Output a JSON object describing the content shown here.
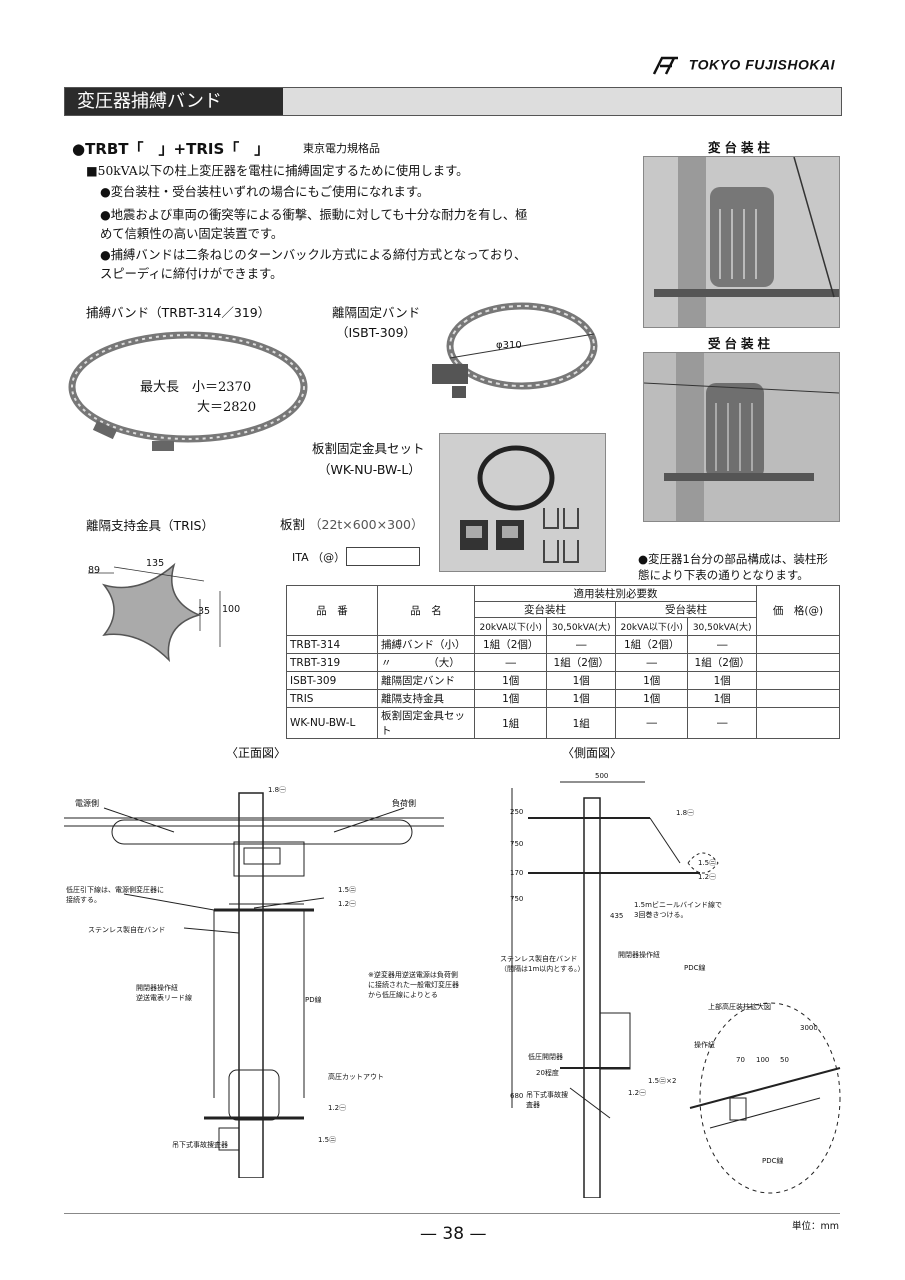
{
  "brand": {
    "name": "TOKYO FUJISHOKAI"
  },
  "page_title": "変圧器捕縛バンド",
  "product_heading": "●TRBT「　」+TRIS「　」",
  "spec_note": "東京電力規格品",
  "description": [
    "■50kVA以下の柱上変圧器を電柱に捕縛固定するために使用します。",
    "●変台装柱・受台装柱いずれの場合にもご使用になれます。",
    "●地震および車両の衝突等による衝撃、振動に対しても十分な耐力を有し、極めて信頼性の高い固定装置です。",
    "●捕縛バンドは二条ねじのターンバックル方式による締付方式となっており、スピーディに締付けができます。"
  ],
  "items": {
    "band": {
      "label": "捕縛バンド（TRBT-314／319）",
      "len_title": "最大長",
      "len_small": "小＝2370",
      "len_large": "大＝2820"
    },
    "isbt": {
      "label1": "離隔固定バンド",
      "label2": "（ISBT-309）",
      "dim": "φ310"
    },
    "wk": {
      "label1": "板割固定金具セット",
      "label2": "（WK-NU-BW-L）"
    },
    "tris": {
      "label": "離隔支持金具（TRIS）",
      "d1": "89",
      "d2": "135",
      "d3": "35",
      "d4": "100"
    },
    "board": {
      "label": "板割",
      "spec": "（22t×600×300）",
      "ita_label": "ITA （@）"
    }
  },
  "photos": {
    "top_title": "変台装柱",
    "bottom_title": "受台装柱"
  },
  "table_note": "●変圧器1台分の部品構成は、装柱形態により下表の通りとなります。",
  "table": {
    "h_code": "品　番",
    "h_name": "品　名",
    "h_required": "適用装柱別必要数",
    "h_hentai": "変台装柱",
    "h_jutai": "受台装柱",
    "h_price": "価　格(@)",
    "sub": [
      "20kVA以下(小)",
      "30,50kVA(大)",
      "20kVA以下(小)",
      "30,50kVA(大)"
    ],
    "rows": [
      {
        "code": "TRBT-314",
        "name": "捕縛バンド（小）",
        "v": [
          "1組（2個）",
          "―",
          "1組（2個）",
          "―"
        ]
      },
      {
        "code": "TRBT-319",
        "name": "〃　　　　（大）",
        "v": [
          "―",
          "1組（2個）",
          "―",
          "1組（2個）"
        ]
      },
      {
        "code": "ISBT-309",
        "name": "離隔固定バンド",
        "v": [
          "1個",
          "1個",
          "1個",
          "1個"
        ]
      },
      {
        "code": "TRIS",
        "name": "離隔支持金具",
        "v": [
          "1個",
          "1個",
          "1個",
          "1個"
        ]
      },
      {
        "code": "WK-NU-BW-L",
        "name": "板割固定金具セット",
        "v": [
          "1組",
          "1組",
          "―",
          "―"
        ]
      }
    ]
  },
  "drawings": {
    "front": {
      "title": "〈正面図〉",
      "labels": [
        "電源側",
        "負荷側",
        "1.8㊀",
        "1.5㊁",
        "1.2㊀",
        "低圧引下線は、電源側変圧器に接続する。",
        "ステンレス製自在バンド",
        "開閉器操作紐",
        "逆送電表リード線",
        "※逆変器用逆送電源は負荷側に接続された一般電灯変圧器から低圧線によりとる",
        "PD線",
        "高圧カットアウト",
        "1.2㊀",
        "1.5㊁",
        "吊下式事故捜査器"
      ]
    },
    "side": {
      "title": "〈側面図〉",
      "labels": [
        "500",
        "250",
        "750",
        "170",
        "750",
        "435",
        "680",
        "1.8㊀",
        "1.5㊁",
        "1.2㊀",
        "1.5mビニールバインド線で3回巻きつける。",
        "ステンレス製自在バンド（間隔は1m以内とする。）",
        "開閉器操作紐",
        "PDC線",
        "上部高圧装柱拡大図",
        "操作紐",
        "3000",
        "70",
        "100",
        "50",
        "低圧開閉器",
        "20程度",
        "吊下式事故捜査器",
        "1.5㊁×2",
        "1.2㊀",
        "PDC線"
      ]
    }
  },
  "page_number": "— 38 —",
  "unit_note": "単位：mm"
}
